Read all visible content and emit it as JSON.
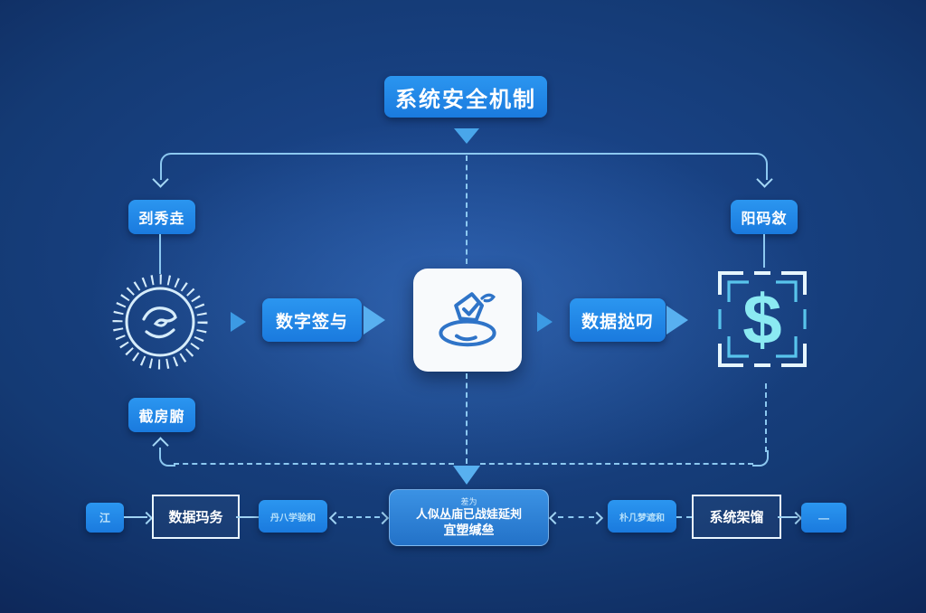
{
  "header": {
    "title": "系统安全机制"
  },
  "nodes": {
    "top_left": "刭秀垚",
    "top_right": "阳码敜",
    "mid_left": "数字签与",
    "mid_right": "数据挞叼",
    "bottom_left": "截房腑",
    "dollar_symbol": "$"
  },
  "bottom_row": {
    "box1": "江",
    "box2": "数据玛务",
    "box3": "丹八学验和",
    "center": {
      "tag": "差为",
      "line1": "人似丛庙已战娃延刔",
      "line2": "宜塑缄亝"
    },
    "box5": "朴几梦遮和",
    "box6": "系统架馏",
    "box7": "—"
  },
  "icons": {
    "left": "sun-gear-icon",
    "center": "shield-swirl-icon",
    "right": "dollar-frame-icon"
  },
  "colors": {
    "background_navy": "#0b2150",
    "box_blue": "#1f86e8",
    "bottom_center_blue": "#2b80d8",
    "line_blue": "#8cc8f0",
    "arrow_blue": "#49a6ea",
    "dollar_cyan": "#8beaf2",
    "white": "#ffffff"
  }
}
